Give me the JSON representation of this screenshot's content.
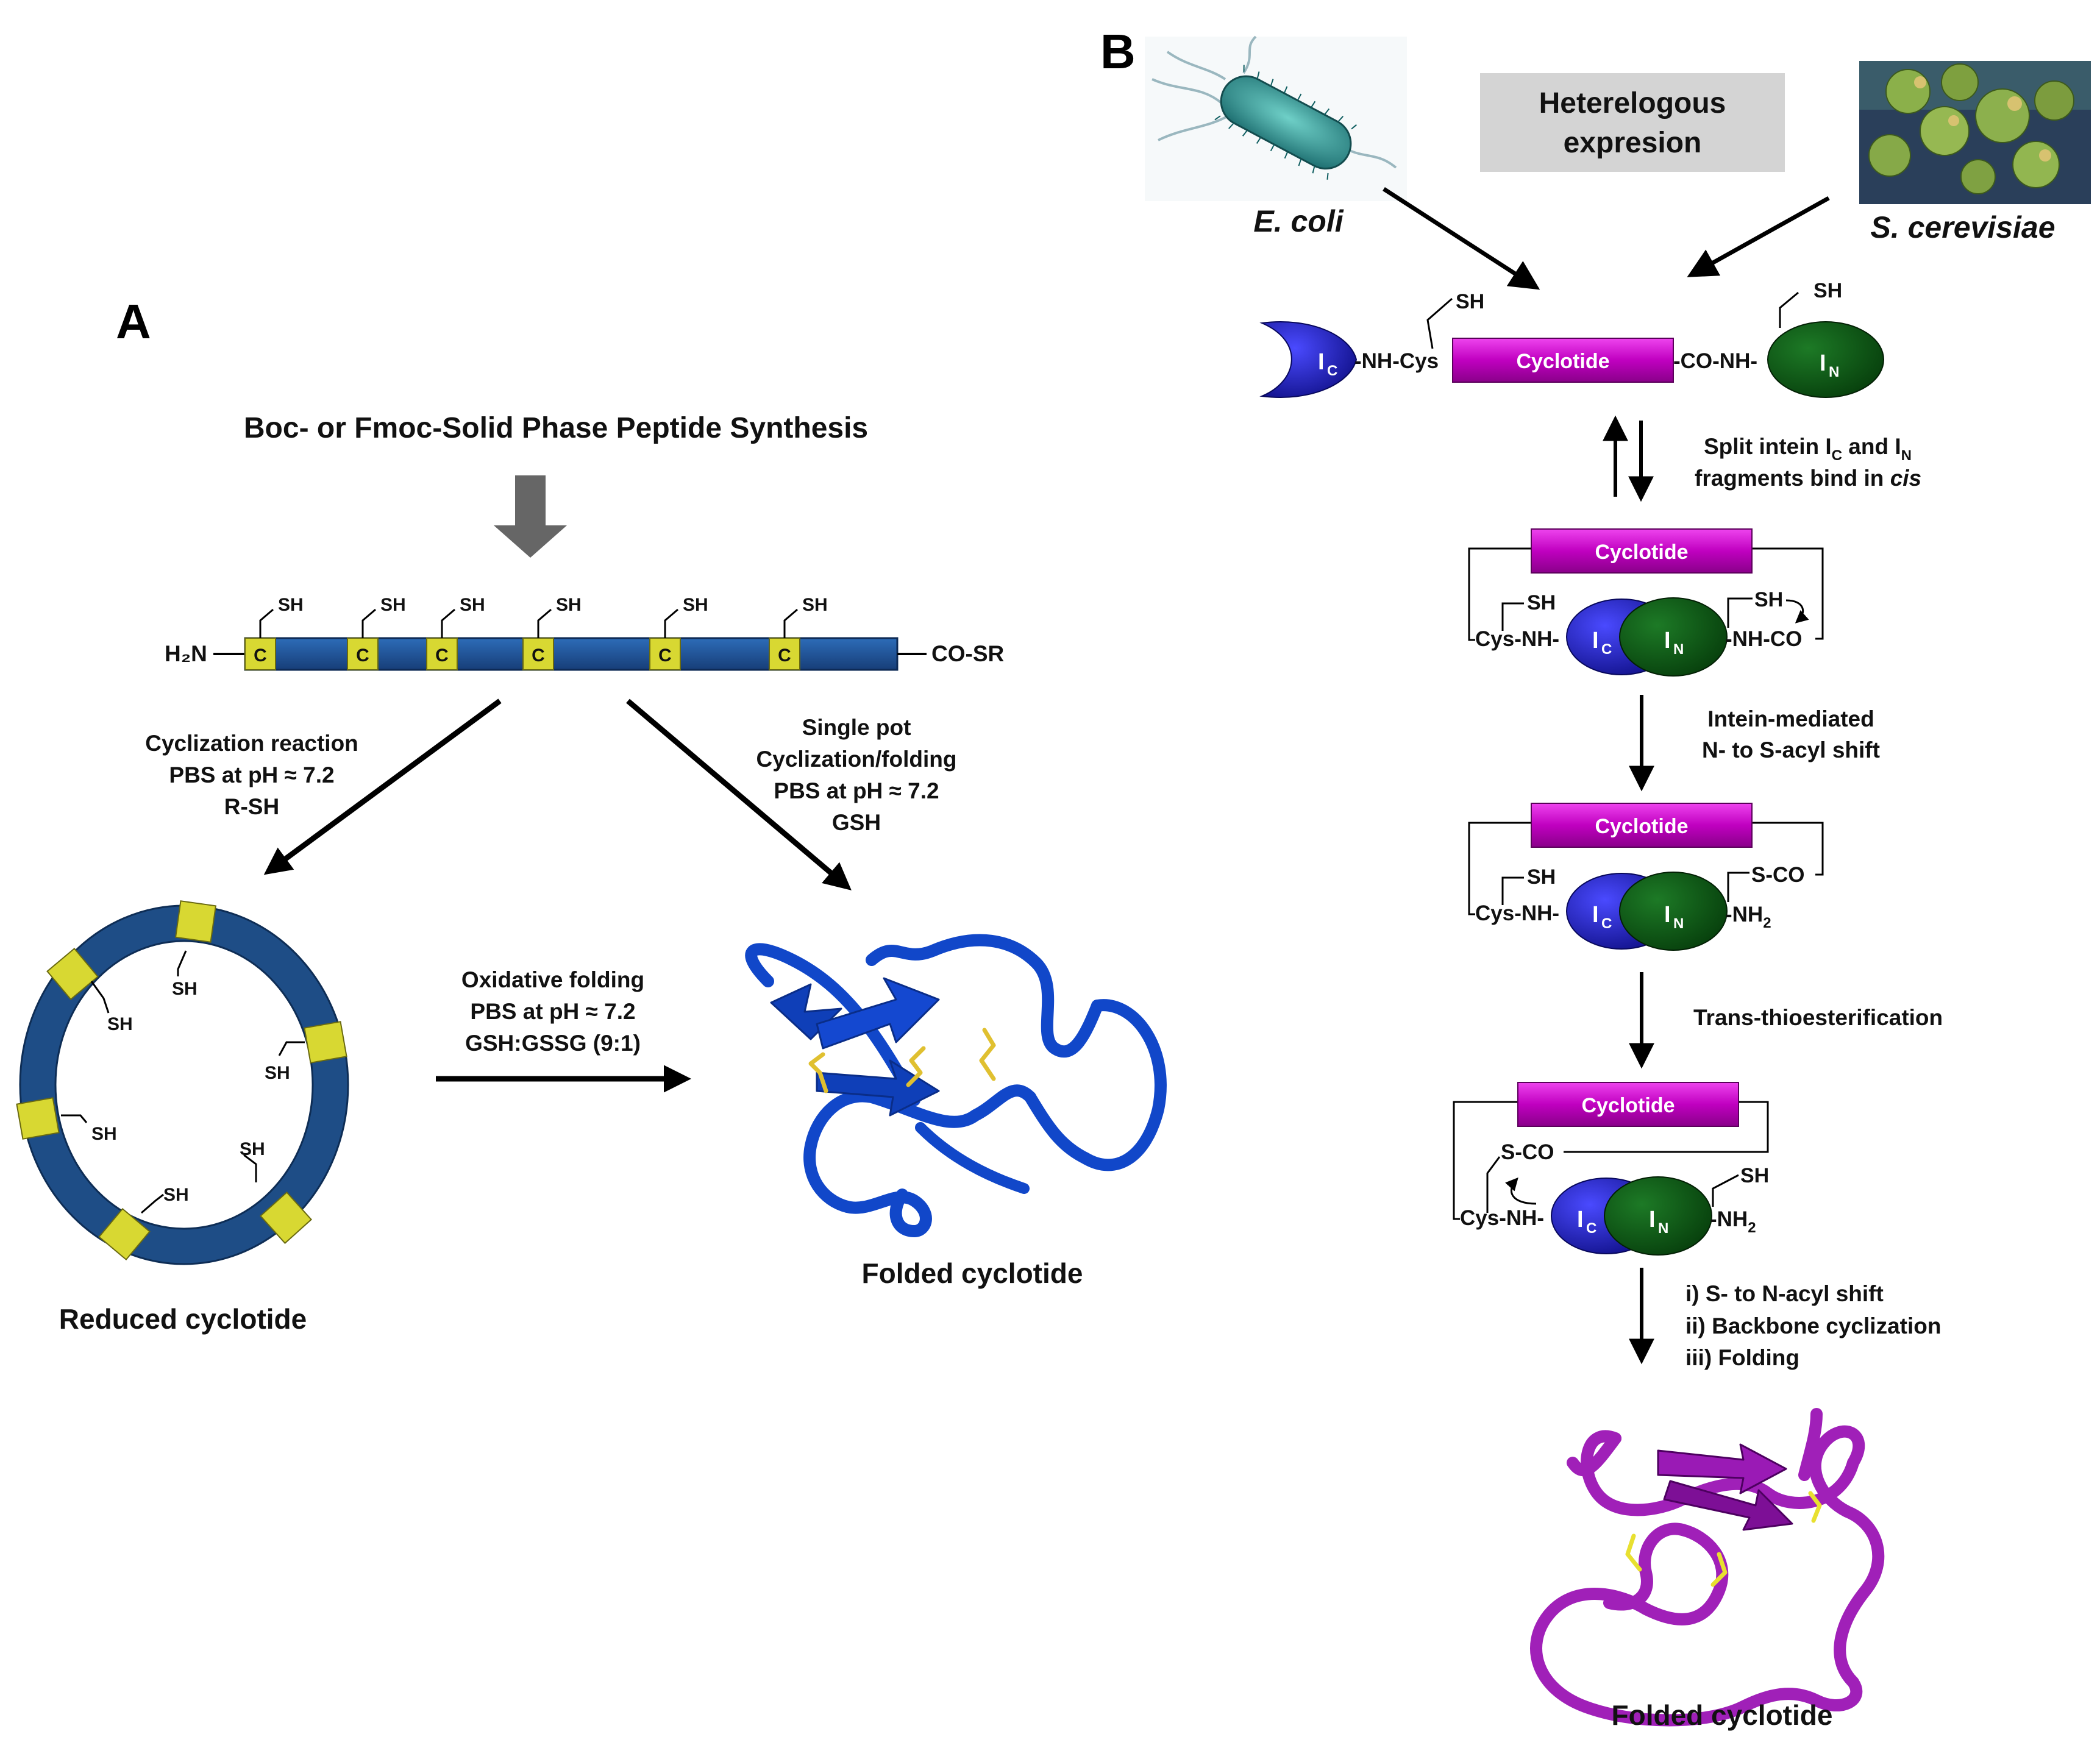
{
  "panel_a": {
    "label": "A",
    "synthesis_title": "Boc- or Fmoc-Solid Phase Peptide Synthesis",
    "peptide_n_term": "H₂N",
    "peptide_c_term": "CO-SR",
    "cys_residue": "C",
    "thiol_label": "SH",
    "route_left": {
      "line1": "Cyclization reaction",
      "line2": "PBS at pH ≈ 7.2",
      "line3": "R-SH"
    },
    "route_right": {
      "line1": "Single pot",
      "line2": "Cyclization/folding",
      "line3": "PBS at pH ≈ 7.2",
      "line4": "GSH"
    },
    "oxidative": {
      "line1": "Oxidative folding",
      "line2": "PBS at pH ≈ 7.2",
      "line3": "GSH:GSSG (9:1)"
    },
    "reduced_caption": "Reduced cyclotide",
    "folded_caption": "Folded cyclotide",
    "colors": {
      "backbone": "#1f4f91",
      "cysteine": "#d8d832",
      "fold": "#1147c9",
      "disulfide": "#e0c030"
    }
  },
  "panel_b": {
    "label": "B",
    "hetero_line1": "Heterelogous",
    "hetero_line2": "expresion",
    "ecoli": "E. coli",
    "yeast": "S. cerevisiae",
    "cyclotide": "Cyclotide",
    "ic": "I",
    "in": "I",
    "sub_c": "C",
    "sub_n": "N",
    "sh": "SH",
    "nh_cys": "-NH-Cys",
    "co_nh": "-CO-NH-",
    "cys_nh": "Cys-NH-",
    "nh_co": "-NH-CO",
    "s_co": "S-CO",
    "nh2": "-NH",
    "two": "2",
    "step1_line1": "Split intein I",
    "step1_and": " and I",
    "step1_line2": "fragments bind in ",
    "step1_cis": "cis",
    "step2_line1": "Intein-mediated",
    "step2_line2": "N- to S-acyl shift",
    "step3": "Trans-thioesterification",
    "step4_line1": "i) S- to N-acyl shift",
    "step4_line2": "ii) Backbone cyclization",
    "step4_line3": "iii) Folding",
    "folded_caption": "Folded cyclotide",
    "colors": {
      "cyclotide": "#cc00cc",
      "intein_c": "#2323c8",
      "intein_n": "#0e5a14",
      "fold": "#a020b8",
      "disulfide": "#e8e030",
      "hetero_box": "#d4d4d4"
    }
  }
}
